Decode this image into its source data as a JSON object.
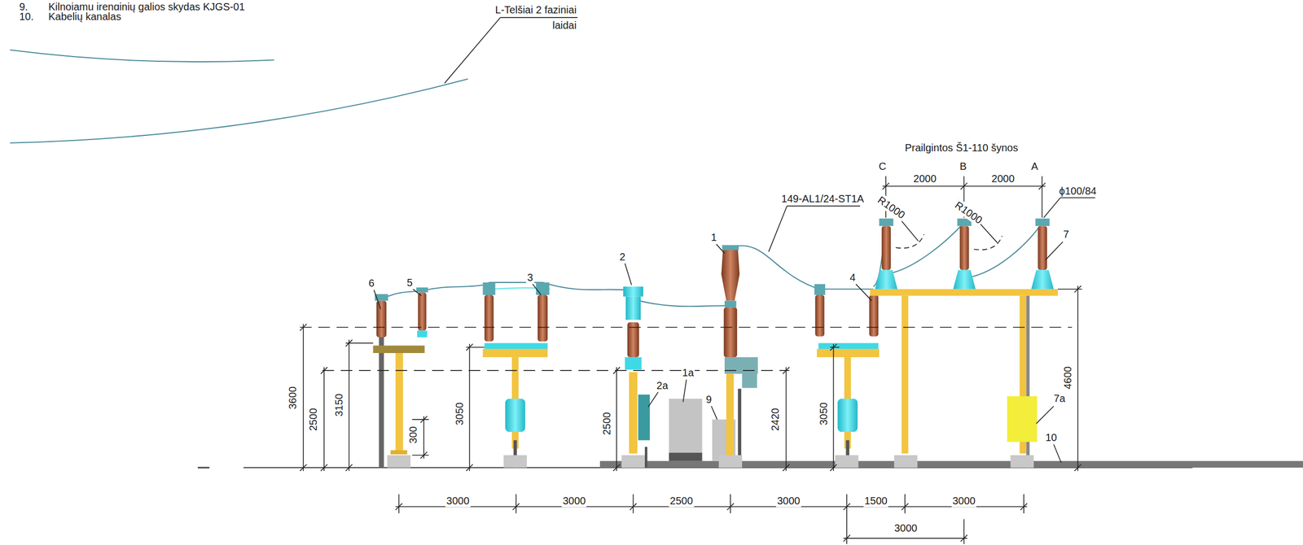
{
  "diagram": {
    "labels": [
      "9.",
      "Kilnojamų įrenginių galios skydas KJGS-01",
      "10.",
      "Kabelių kanalas",
      "L-Telšiai 2 faziniai laidai",
      "Prailgintos Š1-110 šynos",
      "C",
      "B",
      "A",
      "2000",
      "2000",
      "R1000",
      "R1000",
      "ϕ100/84",
      "149-AL1/24-ST1A",
      "1",
      "2",
      "3",
      "4",
      "5",
      "6",
      "7",
      "7a",
      "2a",
      "1a",
      "9",
      "10",
      "3600",
      "2500",
      "3150",
      "300",
      "3050",
      "2500",
      "2420",
      "3050",
      "4600",
      "3000",
      "3000",
      "2500",
      "3000",
      "1500",
      "3000",
      "3000"
    ]
  }
}
